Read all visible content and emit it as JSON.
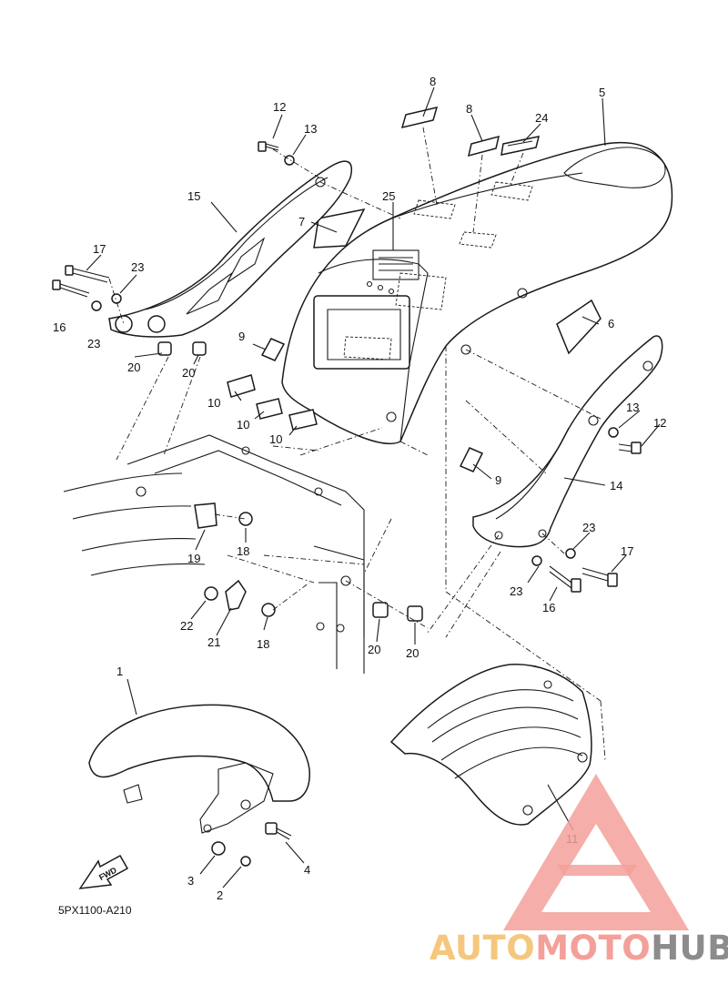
{
  "diagram": {
    "code": "5PX1100-A210",
    "fwd_label": "FWD",
    "callouts": [
      {
        "id": "c1",
        "text": "1"
      },
      {
        "id": "c2",
        "text": "2"
      },
      {
        "id": "c3",
        "text": "3"
      },
      {
        "id": "c4",
        "text": "4"
      },
      {
        "id": "c5",
        "text": "5"
      },
      {
        "id": "c6",
        "text": "6"
      },
      {
        "id": "c7",
        "text": "7"
      },
      {
        "id": "c8a",
        "text": "8"
      },
      {
        "id": "c8b",
        "text": "8"
      },
      {
        "id": "c9a",
        "text": "9"
      },
      {
        "id": "c9b",
        "text": "9"
      },
      {
        "id": "c10a",
        "text": "10"
      },
      {
        "id": "c10b",
        "text": "10"
      },
      {
        "id": "c10c",
        "text": "10"
      },
      {
        "id": "c11",
        "text": "11"
      },
      {
        "id": "c12a",
        "text": "12"
      },
      {
        "id": "c12b",
        "text": "12"
      },
      {
        "id": "c13a",
        "text": "13"
      },
      {
        "id": "c13b",
        "text": "13"
      },
      {
        "id": "c14",
        "text": "14"
      },
      {
        "id": "c15",
        "text": "15"
      },
      {
        "id": "c16a",
        "text": "16"
      },
      {
        "id": "c16b",
        "text": "16"
      },
      {
        "id": "c17a",
        "text": "17"
      },
      {
        "id": "c17b",
        "text": "17"
      },
      {
        "id": "c18a",
        "text": "18"
      },
      {
        "id": "c18b",
        "text": "18"
      },
      {
        "id": "c19",
        "text": "19"
      },
      {
        "id": "c20a",
        "text": "20"
      },
      {
        "id": "c20b",
        "text": "20"
      },
      {
        "id": "c20c",
        "text": "20"
      },
      {
        "id": "c20d",
        "text": "20"
      },
      {
        "id": "c21",
        "text": "21"
      },
      {
        "id": "c22",
        "text": "22"
      },
      {
        "id": "c23a",
        "text": "23"
      },
      {
        "id": "c23b",
        "text": "23"
      },
      {
        "id": "c23c",
        "text": "23"
      },
      {
        "id": "c23d",
        "text": "23"
      },
      {
        "id": "c24",
        "text": "24"
      },
      {
        "id": "c25",
        "text": "25"
      }
    ]
  },
  "watermark": {
    "part_auto": "AUTO",
    "part_moto": "MOTO",
    "part_hub": "HUB",
    "colors": {
      "auto": "#f5c77e",
      "moto": "#f3a09a",
      "hub": "#8c8c8c",
      "triangle": "#f3a09a"
    }
  }
}
